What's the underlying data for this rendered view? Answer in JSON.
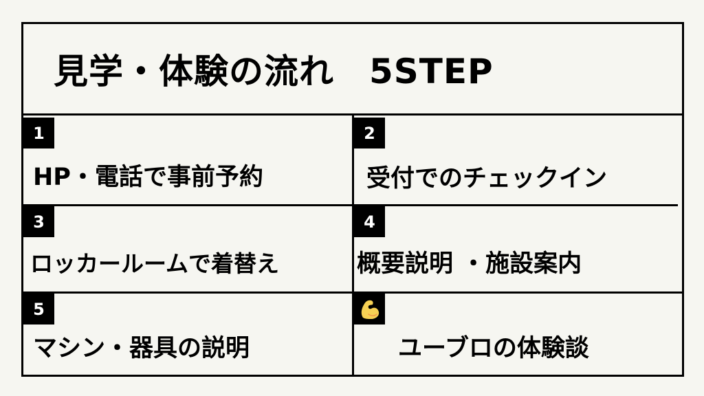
{
  "title": "見学・体験の流れ　5STEP",
  "steps": [
    {
      "badge": "1",
      "label": "HP・電話で事前予約"
    },
    {
      "badge": "2",
      "label": "受付でのチェックイン"
    },
    {
      "badge": "3",
      "label": "ロッカールームで着替え"
    },
    {
      "badge": "4",
      "label": "概要説明 ・施設案内"
    },
    {
      "badge": "5",
      "label": "マシン・器具の説明"
    },
    {
      "badge_icon": "flexed-biceps-icon",
      "label": "ユーブロの体験談"
    }
  ],
  "colors": {
    "background": "#f6f6f1",
    "border": "#000000",
    "badge_bg": "#000000",
    "badge_text": "#ffffff",
    "icon_fill": "#f7d154"
  }
}
